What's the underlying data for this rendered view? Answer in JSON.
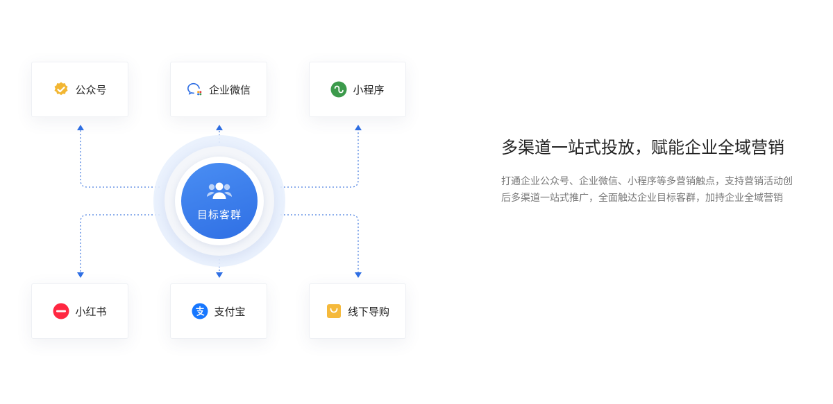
{
  "center": {
    "label": "目标客群",
    "icon": "users-icon"
  },
  "channels": [
    {
      "label": "公众号",
      "icon": "verified-badge-icon",
      "color": "#f2b632"
    },
    {
      "label": "企业微信",
      "icon": "wecom-icon",
      "color": "#2f6fe4"
    },
    {
      "label": "小程序",
      "icon": "mini-program-icon",
      "color": "#3c9a4b"
    },
    {
      "label": "小红书",
      "icon": "xiaohongshu-icon",
      "color": "#ff2741"
    },
    {
      "label": "支付宝",
      "icon": "alipay-icon",
      "color": "#1677ff"
    },
    {
      "label": "线下导购",
      "icon": "shopping-bag-icon",
      "color": "#f5b93b"
    }
  ],
  "headline": "多渠道一站式投放，赋能企业全域营销",
  "description": {
    "line1": "打通企业公众号、企业微信、小程序等多营销触点，支持营销活动创",
    "line2": "后多渠道一站式推广，全面触达企业目标客群，加持企业全域营销"
  },
  "colors": {
    "accent": "#2f6fe4",
    "connector": "#4a7fe0"
  }
}
